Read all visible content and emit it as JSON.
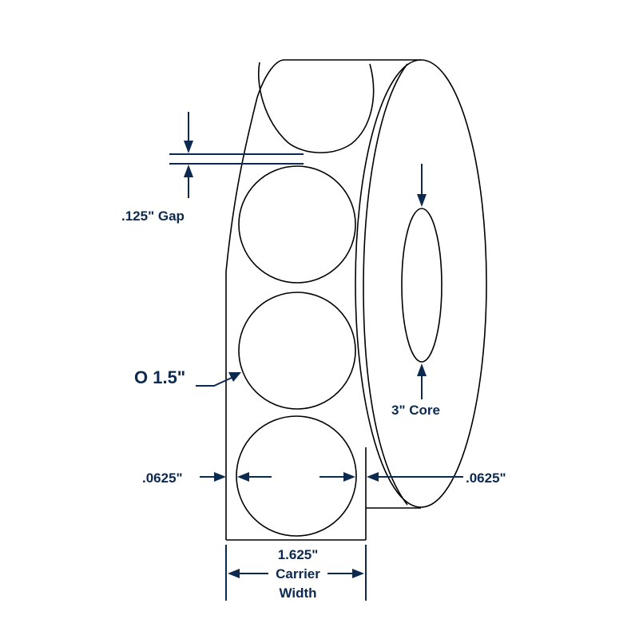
{
  "colors": {
    "dimension": "#0c2a4f",
    "outline": "#000000",
    "background": "#ffffff"
  },
  "labels": {
    "gap": ".125\" Gap",
    "diameter": "O 1.5\"",
    "core": "3\" Core",
    "margin_left": ".0625\"",
    "margin_right": ".0625\"",
    "carrier_width_line1": "1.625\"",
    "carrier_width_line2": "Carrier",
    "carrier_width_line3": "Width"
  }
}
